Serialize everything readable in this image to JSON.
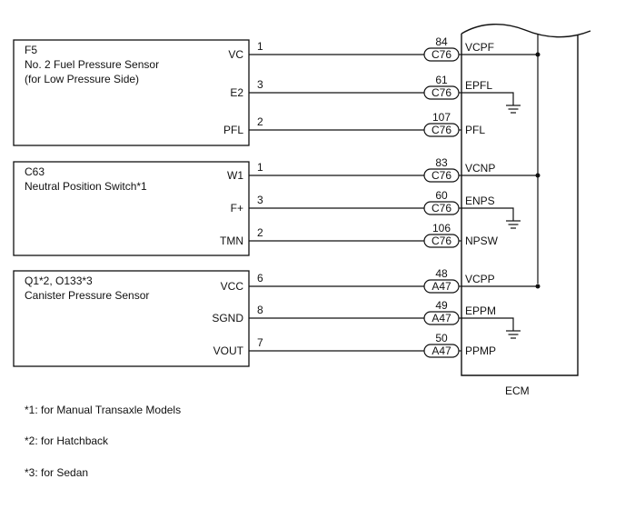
{
  "ecm": {
    "label": "ECM"
  },
  "components": [
    {
      "code": "F5",
      "name_lines": [
        "No. 2 Fuel Pressure Sensor",
        "(for Low Pressure Side)"
      ],
      "pins": [
        {
          "label": "VC",
          "pin": "1",
          "ecm_pin": "84",
          "connector": "C76",
          "ecm_terminal": "VCPF",
          "ground": false
        },
        {
          "label": "E2",
          "pin": "3",
          "ecm_pin": "61",
          "connector": "C76",
          "ecm_terminal": "EPFL",
          "ground": true
        },
        {
          "label": "PFL",
          "pin": "2",
          "ecm_pin": "107",
          "connector": "C76",
          "ecm_terminal": "PFL",
          "ground": false
        }
      ]
    },
    {
      "code": "C63",
      "name_lines": [
        "Neutral Position Switch*1"
      ],
      "pins": [
        {
          "label": "W1",
          "pin": "1",
          "ecm_pin": "83",
          "connector": "C76",
          "ecm_terminal": "VCNP",
          "ground": false
        },
        {
          "label": "F+",
          "pin": "3",
          "ecm_pin": "60",
          "connector": "C76",
          "ecm_terminal": "ENPS",
          "ground": true
        },
        {
          "label": "TMN",
          "pin": "2",
          "ecm_pin": "106",
          "connector": "C76",
          "ecm_terminal": "NPSW",
          "ground": false
        }
      ]
    },
    {
      "code": "Q1*2, O133*3",
      "name_lines": [
        "Canister Pressure Sensor"
      ],
      "pins": [
        {
          "label": "VCC",
          "pin": "6",
          "ecm_pin": "48",
          "connector": "A47",
          "ecm_terminal": "VCPP",
          "ground": false
        },
        {
          "label": "SGND",
          "pin": "8",
          "ecm_pin": "49",
          "connector": "A47",
          "ecm_terminal": "EPPM",
          "ground": true
        },
        {
          "label": "VOUT",
          "pin": "7",
          "ecm_pin": "50",
          "connector": "A47",
          "ecm_terminal": "PPMP",
          "ground": false
        }
      ]
    }
  ],
  "notes": [
    "*1: for Manual Transaxle Models",
    "*2: for Hatchback",
    "*3: for Sedan"
  ]
}
